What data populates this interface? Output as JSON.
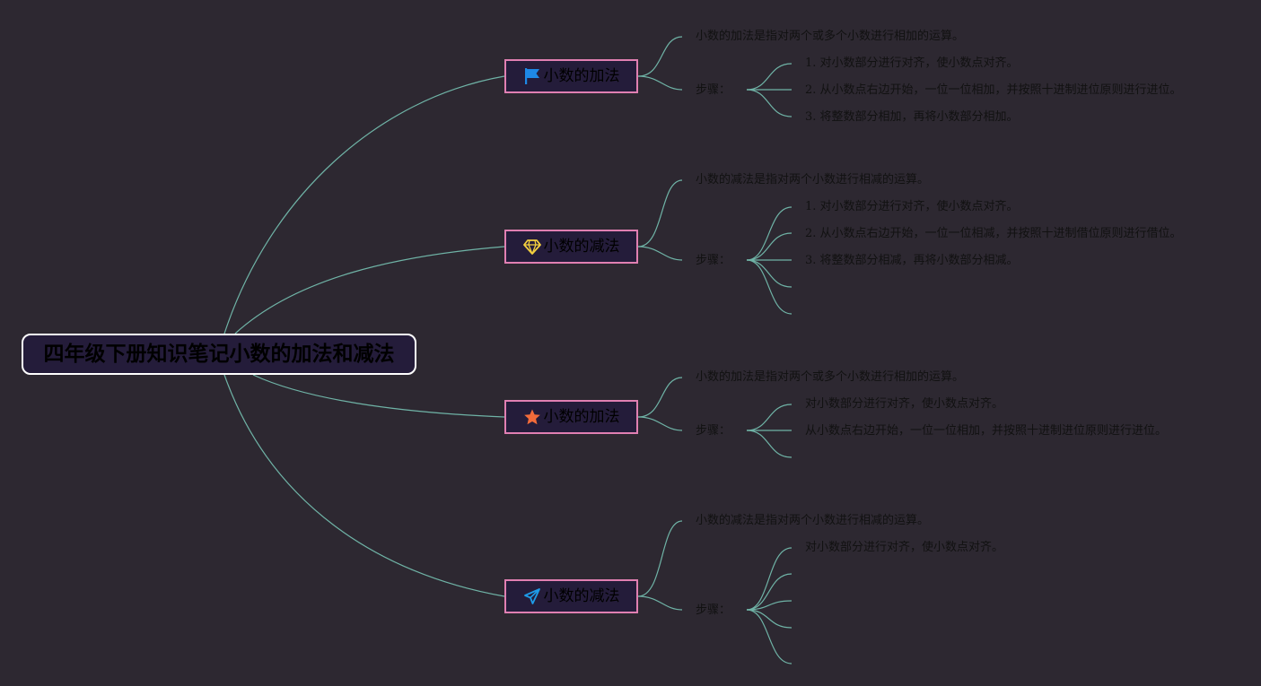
{
  "root": {
    "title": "四年级下册知识笔记小数的加法和减法"
  },
  "branches": [
    {
      "title": "小数的加法",
      "icon": "flag-icon",
      "definition": "小数的加法是指对两个或多个小数进行相加的运算。",
      "steps_label": "步骤：",
      "steps": [
        "1. 对小数部分进行对齐，使小数点对齐。",
        "2. 从小数点右边开始，一位一位相加，并按照十进制进位原则进行进位。",
        "3. 将整数部分相加，再将小数部分相加。"
      ]
    },
    {
      "title": "小数的减法",
      "icon": "diamond-icon",
      "definition": "小数的减法是指对两个小数进行相减的运算。",
      "steps_label": "步骤：",
      "steps": [
        "1. 对小数部分进行对齐，使小数点对齐。",
        "2. 从小数点右边开始，一位一位相减，并按照十进制借位原则进行借位。",
        "3. 将整数部分相减，再将小数部分相减。",
        "",
        ""
      ]
    },
    {
      "title": "小数的加法",
      "icon": "star-icon",
      "definition": "小数的加法是指对两个或多个小数进行相加的运算。",
      "steps_label": "步骤：",
      "steps": [
        "对小数部分进行对齐，使小数点对齐。",
        "从小数点右边开始，一位一位相加，并按照十进制进位原则进行进位。",
        ""
      ]
    },
    {
      "title": "小数的减法",
      "icon": "paper-plane-icon",
      "definition": "小数的减法是指对两个小数进行相减的运算。",
      "steps_label": "步骤：",
      "steps": [
        "对小数部分进行对齐，使小数点对齐。",
        "",
        "",
        "",
        ""
      ]
    }
  ],
  "colors": {
    "background": "#2d2831",
    "link": "#6fb3a6",
    "root_border": "#ffffff",
    "branch_border": "#e07fb2",
    "node_fill": "#241c3a",
    "flag": "#1e88e5",
    "diamond": "#f4d03f",
    "star": "#f26b3a",
    "plane": "#1e9be8"
  }
}
